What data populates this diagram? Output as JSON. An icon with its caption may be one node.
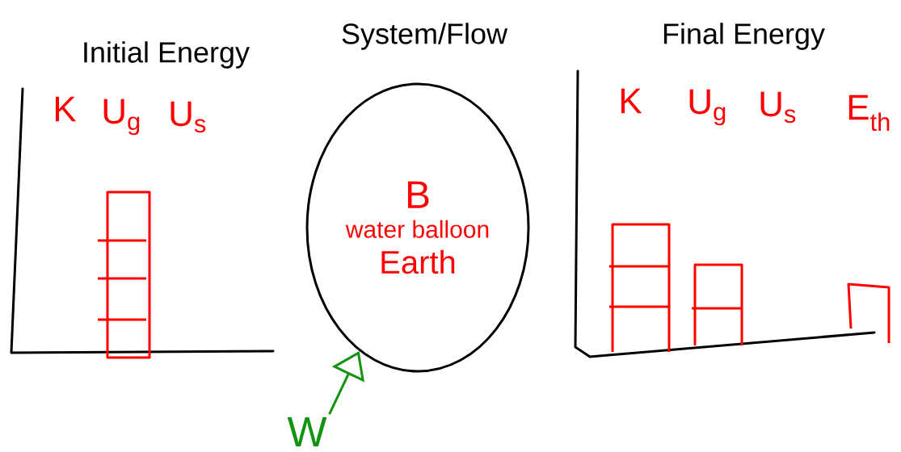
{
  "diagram": {
    "nodes": [
      {
        "text": [
          "B",
          "water balloon",
          "Earth"
        ]
      },
      {
        "text": [
          "W"
        ]
      }
    ],
    "edges": [
      {
        "from": 1,
        "to": 0,
        "arrow": "to",
        "color": "#129412"
      }
    ],
    "labels": [
      "Initial Energy",
      "System/Flow",
      "Final Energy",
      "K",
      "U$_{g}$",
      "U$_{s}$",
      "K",
      "U$_{g}$",
      "U$_{s}$",
      "E$_{th}$"
    ]
  }
}
